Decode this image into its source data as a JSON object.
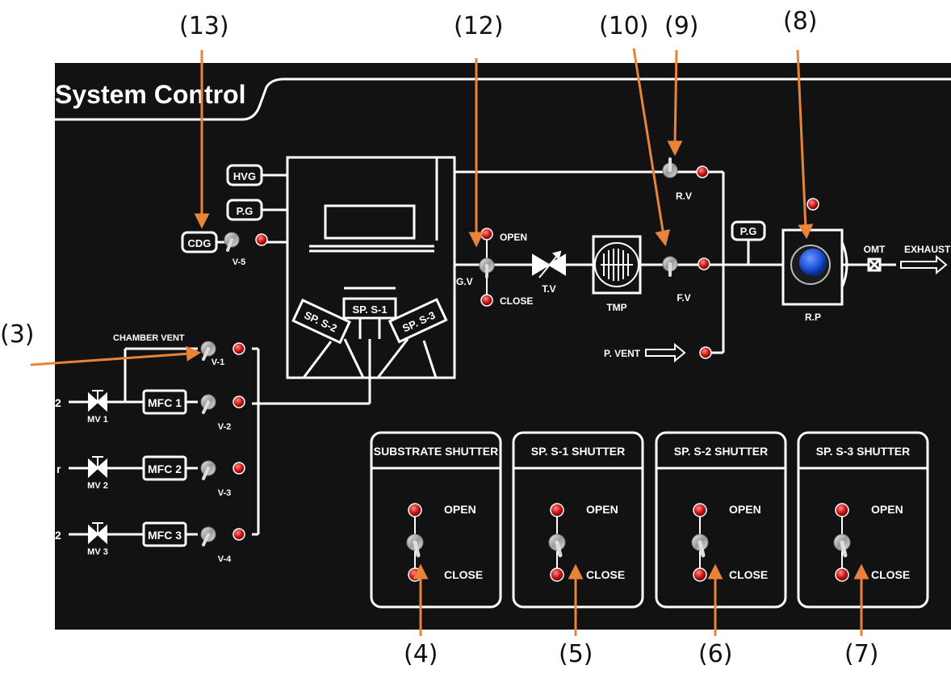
{
  "panel": {
    "title": "System Control",
    "background": "#111111",
    "line_color": "#ffffff",
    "led_color": "#d01818",
    "knob_color": "#1a4fd6",
    "arrow_color": "#e8843a"
  },
  "gauges": {
    "hvg": "HVG",
    "pg_left": "P.G",
    "cdg": "CDG",
    "pg_right": "P.G"
  },
  "valves": {
    "v5": "V-5",
    "v1": "V-1",
    "v2": "V-2",
    "v3": "V-3",
    "v4": "V-4",
    "gv": "G.V",
    "gv_open": "OPEN",
    "gv_close": "CLOSE",
    "tv": "T.V",
    "tmp": "TMP",
    "fv": "F.V",
    "rv": "R.V",
    "rp": "R.P",
    "omt": "OMT",
    "exhaust": "EXHAUST",
    "p_vent": "P. VENT",
    "chamber_vent": "CHAMBER VENT"
  },
  "sources": {
    "s1": "SP. S-1",
    "s2": "SP. S-2",
    "s3": "SP. S-3"
  },
  "gas_lines": {
    "mv1": "MV 1",
    "mv2": "MV 2",
    "mv3": "MV 3",
    "mfc1": "MFC 1",
    "mfc2": "MFC 2",
    "mfc3": "MFC 3",
    "gas1_tail": "2",
    "gas2_tail": "r",
    "gas3_tail": "2"
  },
  "shutters": [
    {
      "title": "SUBSTRATE SHUTTER",
      "open": "OPEN",
      "close": "CLOSE"
    },
    {
      "title": "SP. S-1 SHUTTER",
      "open": "OPEN",
      "close": "CLOSE"
    },
    {
      "title": "SP. S-2 SHUTTER",
      "open": "OPEN",
      "close": "CLOSE"
    },
    {
      "title": "SP. S-3 SHUTTER",
      "open": "OPEN",
      "close": "CLOSE"
    }
  ],
  "callouts": {
    "c13": "(13)",
    "c12": "(12)",
    "c10": "(10)",
    "c9": "(9)",
    "c8": "(8)",
    "c3": "(3)",
    "c4": "(4)",
    "c5": "(5)",
    "c6": "(6)",
    "c7": "(7)"
  }
}
